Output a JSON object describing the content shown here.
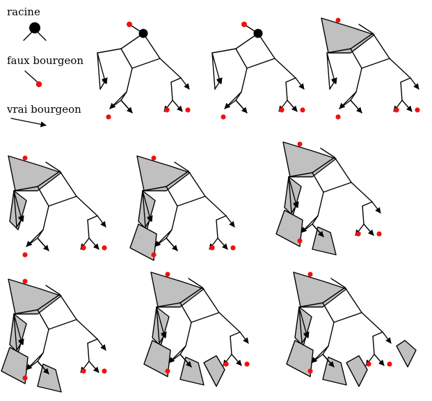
{
  "legend": {
    "root_label": "racine",
    "false_bud_label": "faux bourgeon",
    "true_bud_label": "vrai bourgeon"
  },
  "colors": {
    "root": "#000000",
    "false_bud": "#ee1111",
    "face": "#c0c0c0",
    "edge": "#000000"
  },
  "panels": [
    {
      "step": 1,
      "shaded": []
    },
    {
      "step": 2,
      "shaded": []
    },
    {
      "step": 3,
      "shaded": [
        "A"
      ]
    },
    {
      "step": 4,
      "shaded": [
        "A",
        "B"
      ]
    },
    {
      "step": 5,
      "shaded": [
        "A",
        "B",
        "C"
      ]
    },
    {
      "step": 6,
      "shaded": [
        "A",
        "B",
        "C",
        "D"
      ]
    },
    {
      "step": 7,
      "shaded": [
        "A",
        "B",
        "C",
        "D"
      ]
    },
    {
      "step": 8,
      "shaded": [
        "A",
        "B",
        "C",
        "D",
        "E"
      ]
    },
    {
      "step": 9,
      "shaded": [
        "A",
        "B",
        "C",
        "D",
        "E",
        "F"
      ]
    }
  ]
}
